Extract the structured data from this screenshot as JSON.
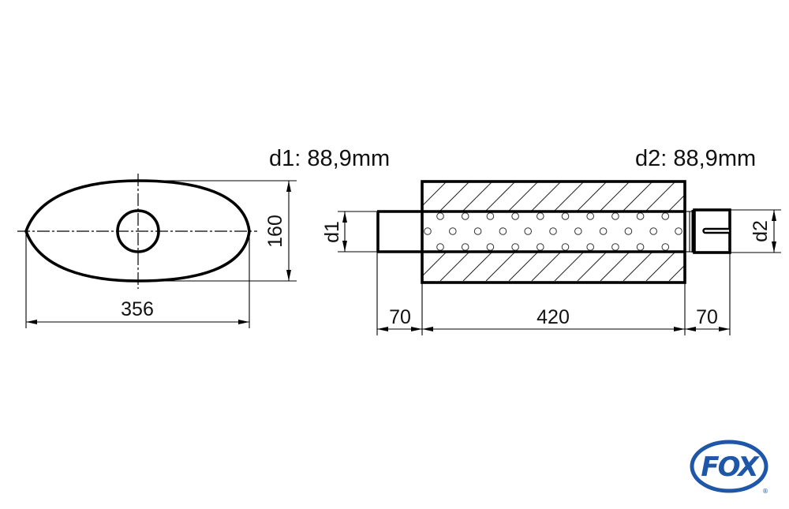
{
  "drawing": {
    "end_view": {
      "width_label": "356",
      "height_label": "160"
    },
    "side_view": {
      "inlet_label": "d1: 88,9mm",
      "outlet_label": "d2: 88,9mm",
      "d1_tag": "d1",
      "d2_tag": "d2",
      "inlet_pipe_length": "70",
      "body_length": "420",
      "outlet_pipe_length": "70"
    }
  },
  "logo": {
    "text": "FOX",
    "registered": "®",
    "color": "#1f57a8"
  }
}
